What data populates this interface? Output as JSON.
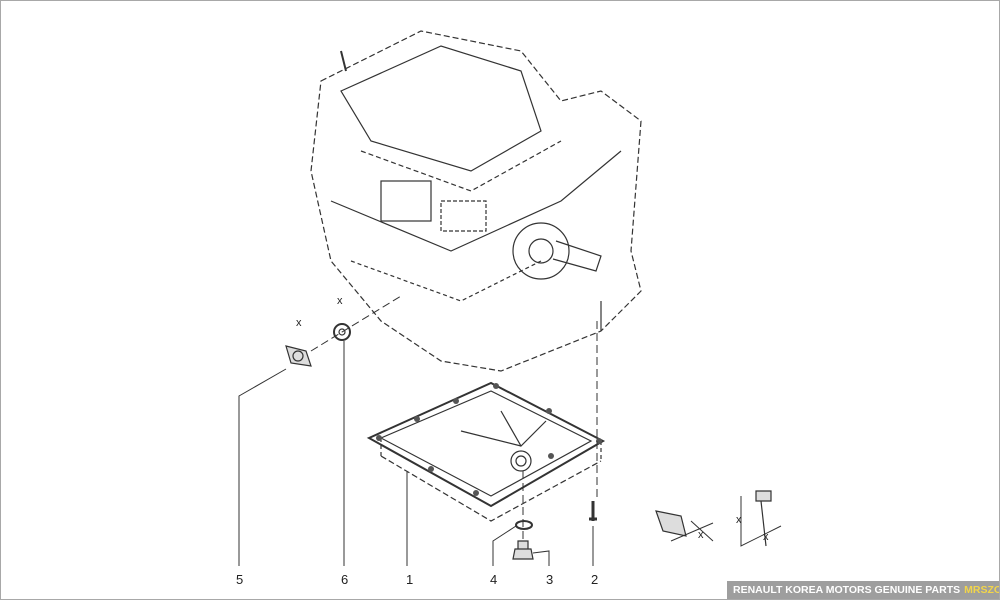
{
  "diagram": {
    "callouts": [
      "1",
      "2",
      "3",
      "4",
      "5",
      "6"
    ],
    "dimension_marks": [
      "x",
      "x",
      "x",
      "x",
      "x"
    ]
  },
  "footer": {
    "text": "RENAULT KOREA MOTORS GENUINE PARTS",
    "brand": "MRSZONE",
    "accent_color": "#f2d54a"
  }
}
